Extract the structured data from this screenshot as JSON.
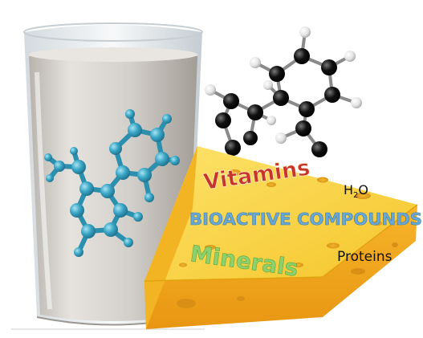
{
  "cheese": {
    "vitamins": "Vitamins",
    "water_main": "H",
    "water_sub": "2",
    "water_end": "O",
    "bioactive": "BIOACTIVE COMPOUNDS",
    "minerals": "Minerals",
    "proteins": "Proteins"
  },
  "colors": {
    "milk": "#d9d6d1",
    "glass": "#eef1f3",
    "blue_molecule": "#3aa6c6",
    "cheese_top": "#f8d23a",
    "cheese_side": "#f0a817",
    "vitamins_text": "#c8332a",
    "bioactive_text": "#6aa7d3",
    "minerals_text": "#8fd06e"
  }
}
